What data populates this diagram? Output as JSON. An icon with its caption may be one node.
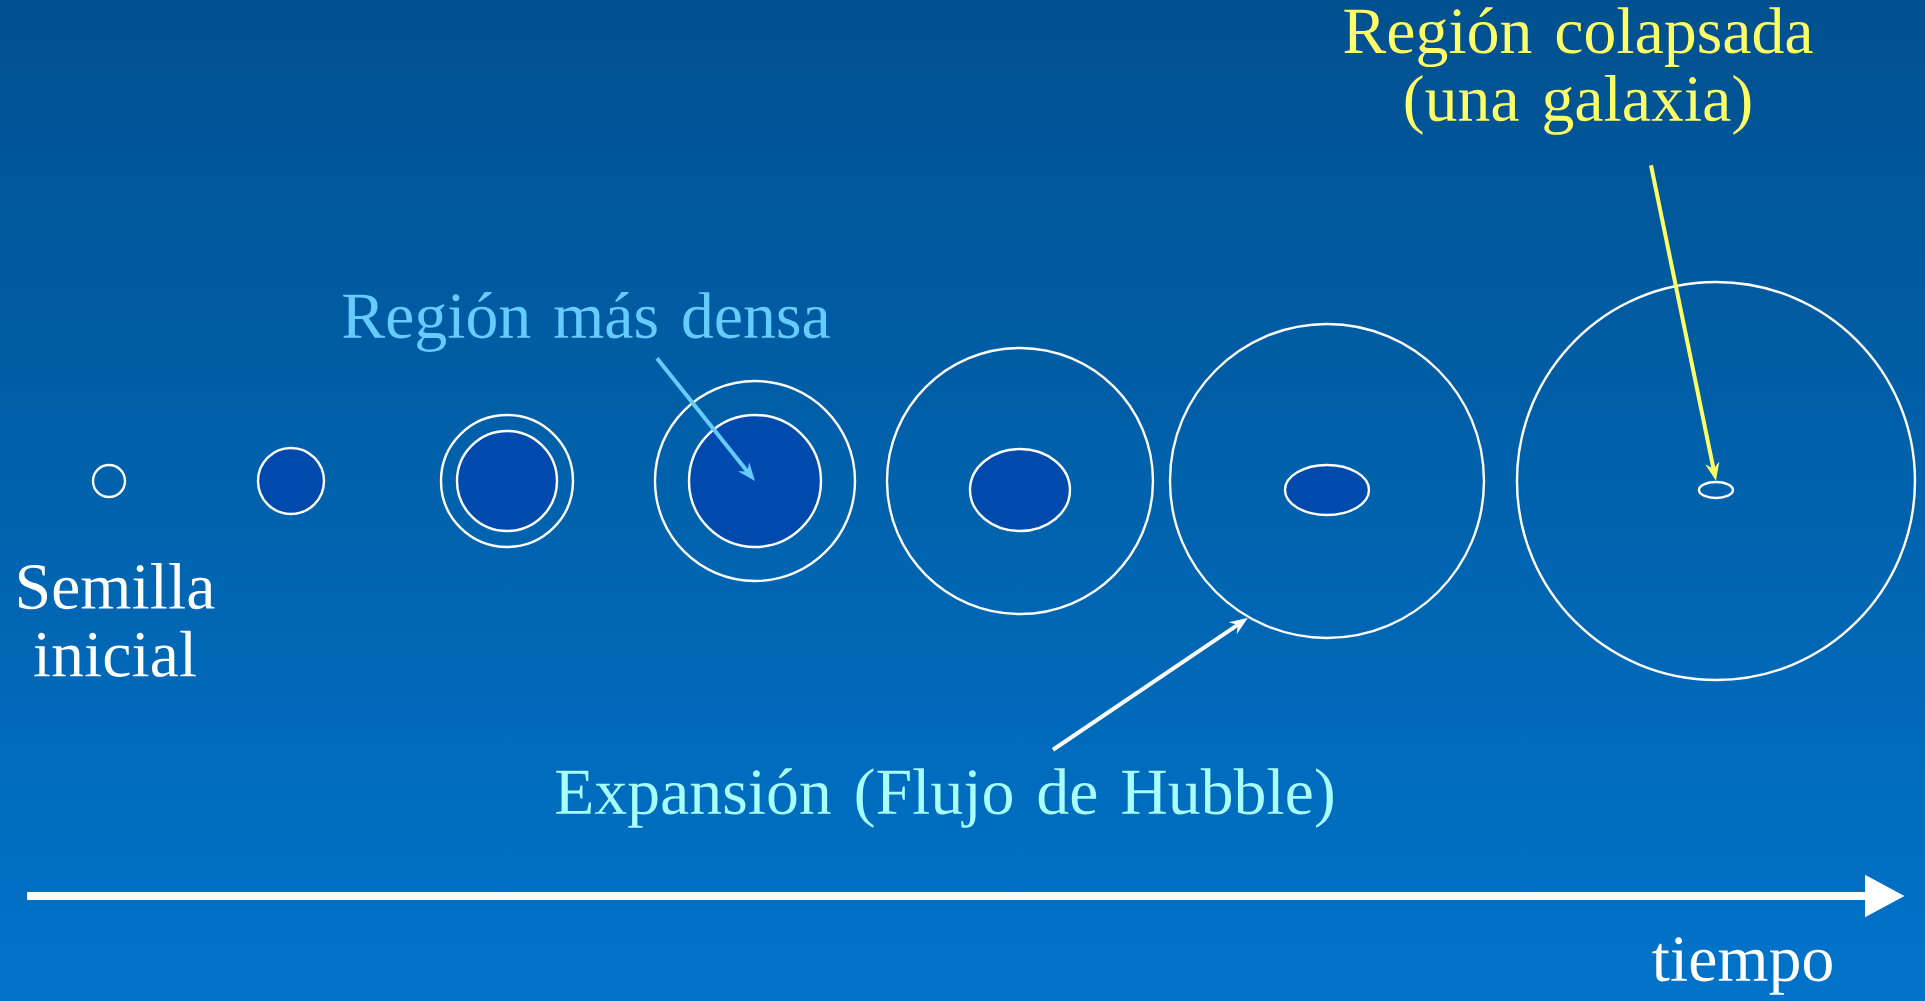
{
  "diagram": {
    "nodes": [
      {
        "text": [],
        "shape": "circle",
        "beside": [
          "Semilla inicial"
        ]
      },
      {
        "text": [],
        "shape": "circle"
      },
      {
        "text": [],
        "shape": "circle"
      },
      {
        "text": [],
        "shape": "circle",
        "in": 2
      },
      {
        "text": [],
        "shape": "circle"
      },
      {
        "text": [],
        "shape": "circle",
        "in": 4
      },
      {
        "text": [],
        "shape": "circle"
      },
      {
        "text": [],
        "shape": "ellipse",
        "in": 6
      },
      {
        "text": [],
        "shape": "circle"
      },
      {
        "text": [],
        "shape": "ellipse",
        "in": 8
      },
      {
        "text": [],
        "shape": "circle"
      },
      {
        "text": [],
        "shape": "ellipse",
        "in": 10
      },
      {
        "text": [
          "Región más densa"
        ]
      },
      {
        "text": [
          "Región colapsada (una galaxia)"
        ]
      },
      {
        "text": [
          "Expansión (Flujo de Hubble)"
        ]
      }
    ],
    "edges": [
      {
        "from": 12,
        "to": 5,
        "arrow": "to",
        "color": "#66ccff"
      },
      {
        "from": 13,
        "to": 11,
        "arrow": "to",
        "color": "#ffff66"
      },
      {
        "from": 14,
        "to": 8,
        "arrow": "to",
        "color": "#ffffff"
      }
    ],
    "labels": [
      "tiempo"
    ]
  }
}
